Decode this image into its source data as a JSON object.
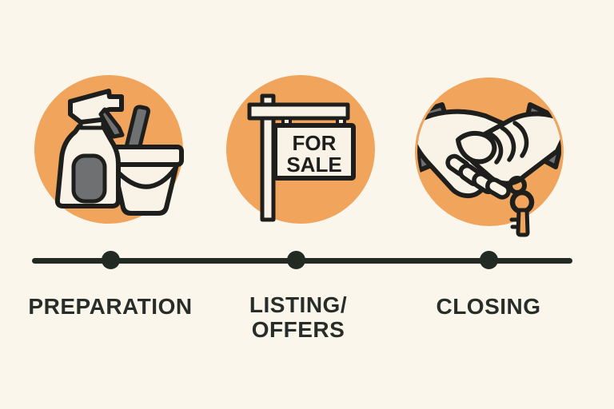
{
  "colors": {
    "background": "#FAF6EC",
    "circle_fill": "#F0A45C",
    "icon_fill": "#F8F3E6",
    "outline": "#1E1F1C",
    "accent_gray": "#6E7072",
    "timeline": "#232A24",
    "label_text": "#272E29"
  },
  "timeline": {
    "stage_count": 3
  },
  "stages": [
    {
      "id": "preparation",
      "icon": "cleaning-supplies-icon",
      "label_lines": [
        "PREPARATION"
      ]
    },
    {
      "id": "listing-offers",
      "icon": "for-sale-sign-icon",
      "label_lines": [
        "LISTING/",
        "OFFERS"
      ],
      "sign_text_lines": [
        "FOR",
        "SALE"
      ]
    },
    {
      "id": "closing",
      "icon": "handshake-keys-icon",
      "label_lines": [
        "CLOSING"
      ]
    }
  ]
}
